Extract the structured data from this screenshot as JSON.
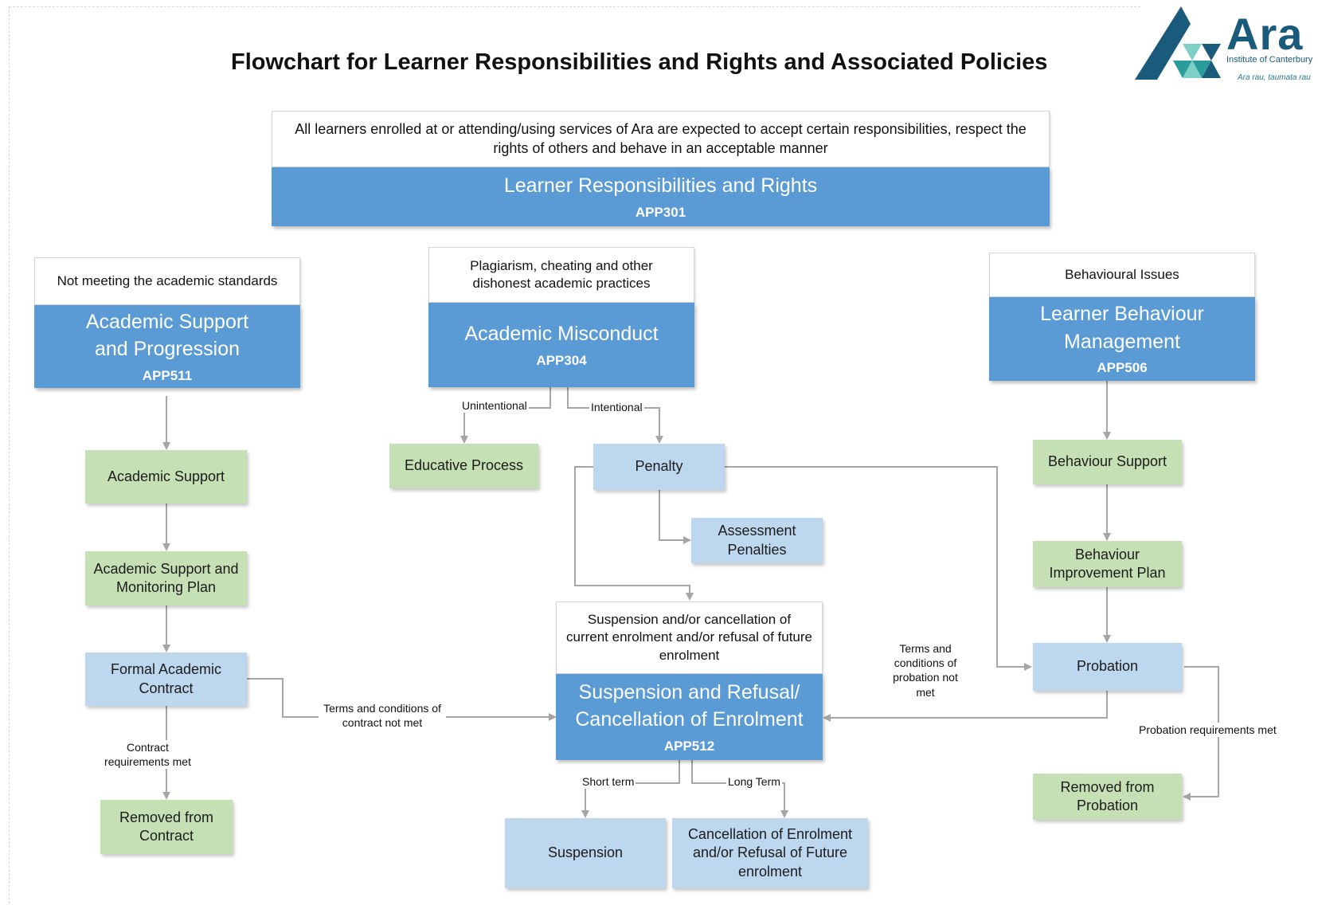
{
  "title": "Flowchart for Learner Responsibilities and Rights and Associated Policies",
  "logo": {
    "wordmark": "Ara",
    "subtitle": "Institute of Canterbury",
    "tagline": "Ara rau, taumata rau",
    "colors": {
      "navy": "#1a5a7a",
      "teal": "#2a9d9a",
      "light_teal": "#7ed0c6"
    }
  },
  "colors": {
    "policy_blue": "#5b9bd5",
    "light_blue": "#bdd7ee",
    "green": "#c5e0b4",
    "arrow_grey": "#a6a6a6"
  },
  "top": {
    "note": "All learners enrolled at or attending/using services of Ara are expected to accept certain responsibilities, respect the rights of others and behave in an acceptable manner",
    "policy": "Learner Responsibilities and Rights",
    "code": "APP301"
  },
  "academic": {
    "note": "Not meeting the academic standards",
    "policy": "Academic Support and Progression",
    "code": "APP511",
    "steps": [
      "Academic Support",
      "Academic Support and Monitoring Plan",
      "Formal Academic Contract",
      "Removed from Contract"
    ],
    "contract_met_label": "Contract requirements met",
    "contract_not_met_label": "Terms and conditions of contract not met"
  },
  "misconduct": {
    "note": "Plagiarism, cheating and other dishonest academic practices",
    "policy": "Academic Misconduct",
    "code": "APP304",
    "unintentional_label": "Unintentional",
    "intentional_label": "Intentional",
    "educative": "Educative Process",
    "penalty": "Penalty",
    "assessment_penalties": "Assessment Penalties"
  },
  "behaviour": {
    "note": "Behavioural Issues",
    "policy": "Learner Behaviour Management",
    "code": "APP506",
    "support": "Behaviour Support",
    "plan": "Behaviour Improvement Plan",
    "probation": "Probation",
    "removed": "Removed from Probation",
    "probation_met_label": "Probation requirements met",
    "probation_not_met_label": "Terms and conditions of probation not met"
  },
  "suspension": {
    "note": "Suspension and/or cancellation of current enrolment and/or refusal of future enrolment",
    "policy": "Suspension and Refusal/ Cancellation of Enrolment",
    "code": "APP512",
    "short_label": "Short term",
    "long_label": "Long Term",
    "short_outcome": "Suspension",
    "long_outcome": "Cancellation of Enrolment and/or Refusal of Future enrolment"
  }
}
